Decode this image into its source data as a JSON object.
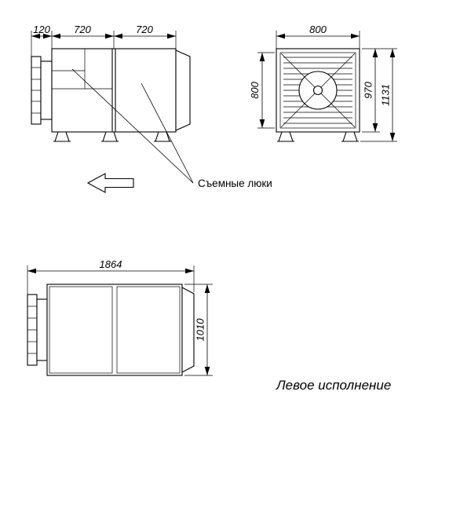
{
  "drawing": {
    "ink_color": "#000000",
    "top_view": {
      "dim_flange_length": "120",
      "dim_section_a": "720",
      "dim_section_b": "720",
      "hatches_label": "Съемные люки"
    },
    "front_view": {
      "dim_width": "800",
      "dim_grille_height": "800",
      "dim_body_height": "970",
      "dim_total_height": "1131"
    },
    "bottom_view": {
      "dim_total_length": "1864",
      "dim_depth": "1010"
    },
    "caption": "Левое исполнение"
  }
}
